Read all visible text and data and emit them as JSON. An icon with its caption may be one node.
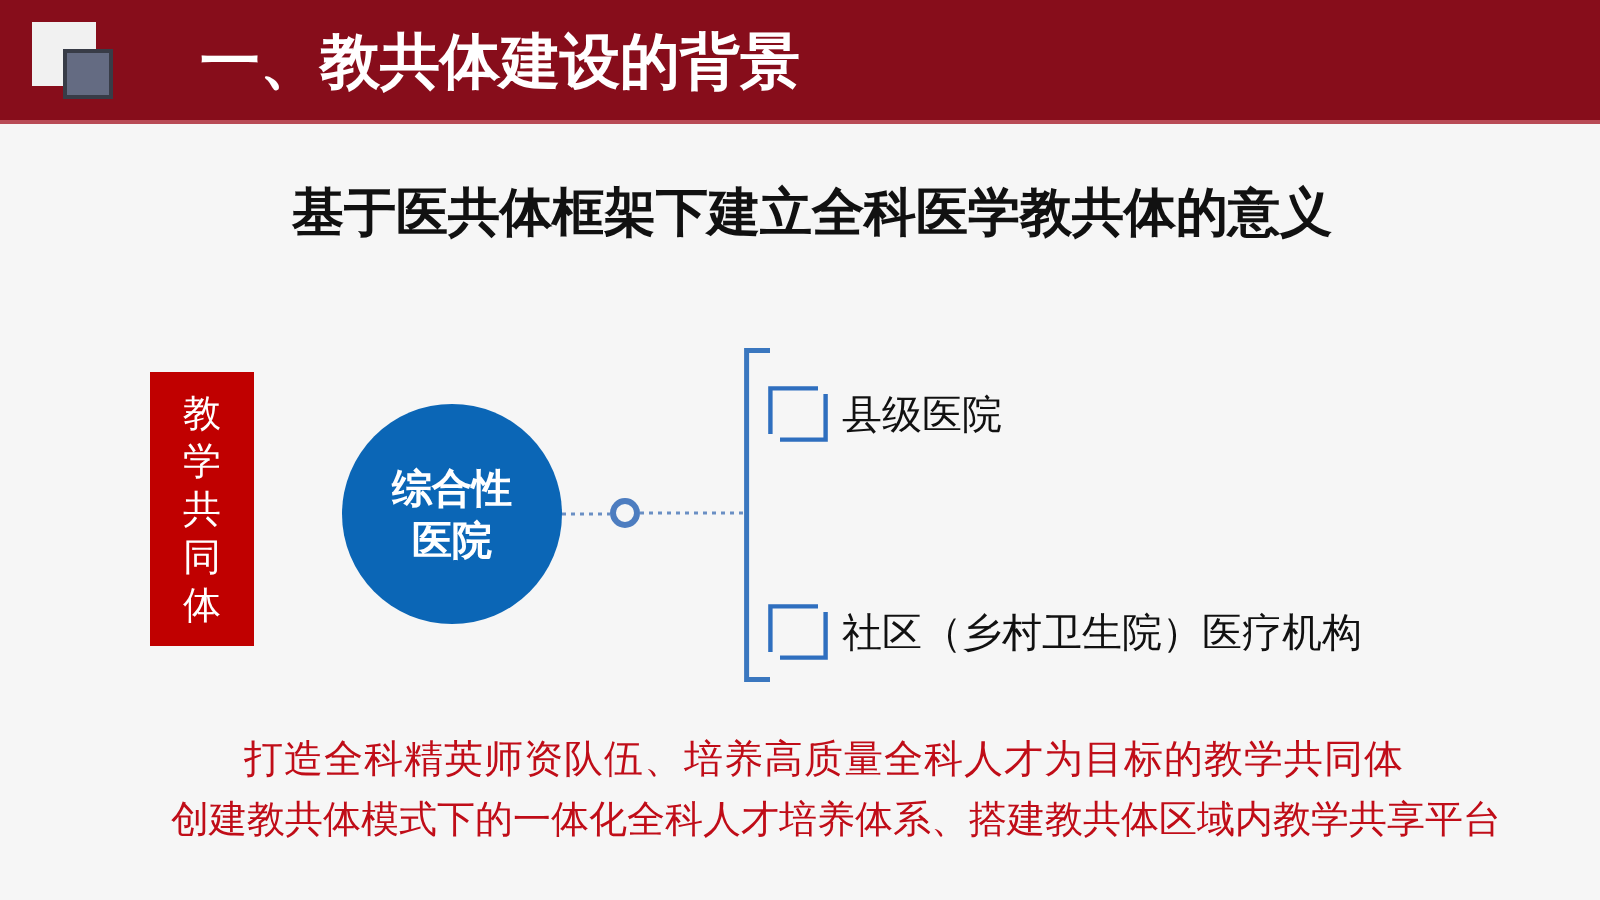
{
  "diagram": {
    "title": "一、教共体建设的背景",
    "nodes": [
      {
        "text": [
          "教学共同体"
        ]
      },
      {
        "text": [
          "综合性医院"
        ]
      },
      {
        "text": [],
        "shape": "circle"
      },
      {
        "text": [],
        "shape": "bracket"
      },
      {
        "text": [
          "县级医院"
        ],
        "in": 3
      },
      {
        "text": [
          "社区（乡村卫生院）医疗机构"
        ],
        "in": 3
      }
    ],
    "edges": [
      {
        "from": 1,
        "to": 2,
        "arrow": "none",
        "style": "dashed"
      },
      {
        "from": 2,
        "to": 3,
        "arrow": "none",
        "style": "dashed"
      }
    ],
    "labels": [
      "基于医共体框架下建立全科医学教共体的意义",
      "打造全科精英师资队伍、培养高质量全科人才为目标的教学共同体",
      "创建教共体模式下的一体化全科人才培养体系、搭建教共体区域内教学共享平台"
    ]
  }
}
